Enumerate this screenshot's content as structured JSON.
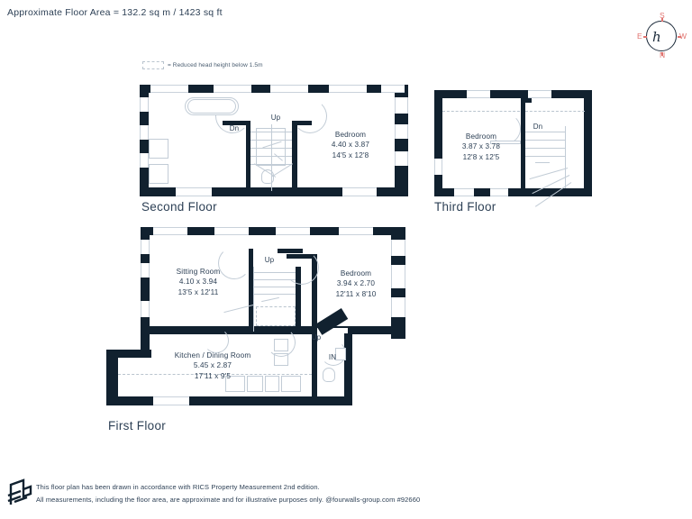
{
  "header": {
    "floor_area": "Approximate Floor Area = 132.2 sq m / 1423 sq ft"
  },
  "compass": {
    "north": "N",
    "south": "S",
    "east": "E",
    "west": "W",
    "monogram": "h",
    "accent_color": "#e0736f"
  },
  "legend": {
    "text": "= Reduced head height below 1.5m"
  },
  "colors": {
    "wall": "#11212f",
    "text": "#2e4156",
    "fixture_line": "#c2ccd6",
    "background": "#ffffff"
  },
  "floors": [
    {
      "id": "second-floor",
      "label": "Second Floor",
      "rooms": [
        {
          "name": "Bedroom",
          "metric": "4.40 x 3.87",
          "imperial": "14'5 x 12'8"
        }
      ],
      "stair_labels": [
        "Dn",
        "Up"
      ]
    },
    {
      "id": "third-floor",
      "label": "Third Floor",
      "rooms": [
        {
          "name": "Bedroom",
          "metric": "3.87 x 3.78",
          "imperial": "12'8 x 12'5"
        }
      ],
      "stair_labels": [
        "Dn"
      ]
    },
    {
      "id": "first-floor",
      "label": "First Floor",
      "rooms": [
        {
          "name": "Sitting Room",
          "metric": "4.10 x 3.94",
          "imperial": "13'5 x 12'11"
        },
        {
          "name": "Bedroom",
          "metric": "3.94 x 2.70",
          "imperial": "12'11 x 8'10"
        },
        {
          "name": "Kitchen / Dining Room",
          "metric": "5.45 x 2.87",
          "imperial": "17'11 x 9'5"
        }
      ],
      "stair_labels": [
        "Up",
        "Up"
      ],
      "entrance_label": "IN"
    }
  ],
  "footer": {
    "line1": "This floor plan has been drawn in accordance with RICS Property Measurement 2nd edition.",
    "line2": "All measurements, including the floor area, are approximate and for illustrative purposes only. @fourwalls-group.com #92660"
  }
}
